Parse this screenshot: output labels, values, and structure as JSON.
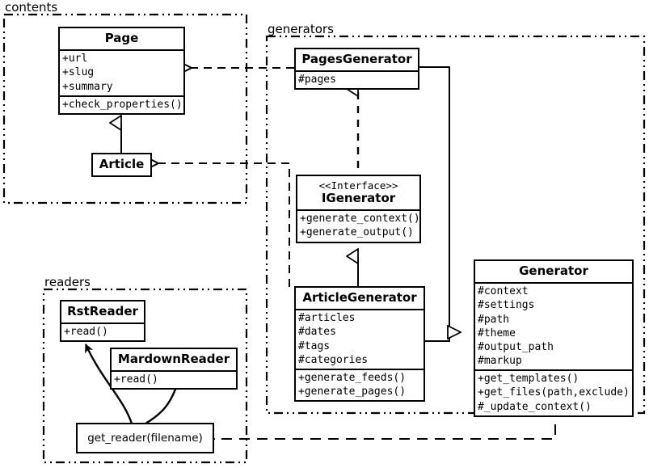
{
  "diagram": {
    "type": "uml-class-diagram",
    "background": "#ffffff",
    "line_color": "#000000"
  },
  "packages": [
    {
      "id": "contents",
      "label": "contents"
    },
    {
      "id": "generators",
      "label": "generators"
    },
    {
      "id": "readers",
      "label": "readers"
    }
  ],
  "classes": {
    "page": {
      "name": "Page",
      "attributes": [
        "+url",
        "+slug",
        "+summary"
      ],
      "methods": [
        "+check_properties()"
      ]
    },
    "article": {
      "name": "Article",
      "attributes": [],
      "methods": []
    },
    "pages_generator": {
      "name": "PagesGenerator",
      "attributes": [
        "#pages"
      ],
      "methods": []
    },
    "igenerator": {
      "stereotype": "<<Interface>>",
      "name": "IGenerator",
      "attributes": [],
      "methods": [
        "+generate_context()",
        "+generate_output()"
      ]
    },
    "article_generator": {
      "name": "ArticleGenerator",
      "attributes": [
        "#articles",
        "#dates",
        "#tags",
        "#categories"
      ],
      "methods": [
        "+generate_feeds()",
        "+generate_pages()"
      ]
    },
    "generator": {
      "name": "Generator",
      "attributes": [
        "#context",
        "#settings",
        "#path",
        "#theme",
        "#output_path",
        "#markup"
      ],
      "methods": [
        "+get_templates()",
        "+get_files(path,exclude)",
        "#_update_context()"
      ]
    },
    "rst_reader": {
      "name": "RstReader",
      "attributes": [],
      "methods": [
        "+read()"
      ]
    },
    "mardown_reader": {
      "name": "MardownReader",
      "attributes": [],
      "methods": [
        "+read()"
      ]
    },
    "get_reader": {
      "name": "get_reader(filename)"
    }
  },
  "relationships": [
    {
      "from": "article",
      "to": "page",
      "type": "generalization"
    },
    {
      "from": "pages_generator",
      "to": "igenerator",
      "type": "realization"
    },
    {
      "from": "article_generator",
      "to": "igenerator",
      "type": "generalization"
    },
    {
      "from": "pages_generator",
      "to": "generator",
      "type": "generalization"
    },
    {
      "from": "article_generator",
      "to": "generator",
      "type": "generalization"
    },
    {
      "from": "pages_generator",
      "to": "page",
      "type": "dependency"
    },
    {
      "from": "article_generator",
      "to": "article",
      "type": "dependency"
    },
    {
      "from": "generator",
      "to": "get_reader",
      "type": "dependency"
    },
    {
      "from": "get_reader",
      "to": "rst_reader",
      "type": "association"
    },
    {
      "from": "get_reader",
      "to": "mardown_reader",
      "type": "association"
    }
  ]
}
